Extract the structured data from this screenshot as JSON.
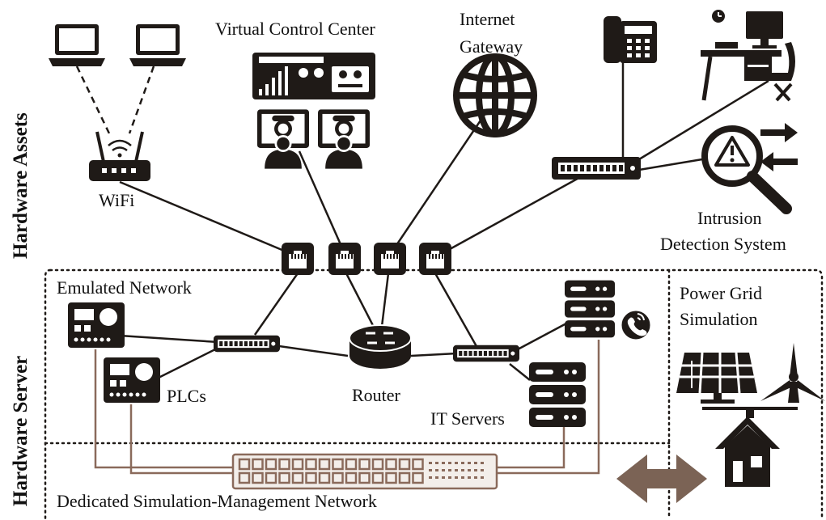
{
  "side_labels": {
    "hardware_assets": "Hardware Assets",
    "hardware_server": "Hardware Server"
  },
  "labels": {
    "virtual_control_center": "Virtual Control Center",
    "internet_gateway_line1": "Internet",
    "internet_gateway_line2": "Gateway",
    "wifi": "WiFi",
    "intrusion_line1": "Intrusion",
    "intrusion_line2": "Detection System",
    "emulated_network": "Emulated Network",
    "plcs": "PLCs",
    "router": "Router",
    "it_servers": "IT Servers",
    "power_grid_line1": "Power Grid",
    "power_grid_line2": "Simulation",
    "dedicated_network": "Dedicated Simulation-Management Network"
  },
  "colors": {
    "ink": "#1f1a17",
    "brown_link": "#8a6a5b",
    "arrow": "#7b6355"
  },
  "icons": [
    "laptop-icon",
    "wifi-router-icon",
    "control-panel-icon",
    "operator-workstation-icon",
    "globe-icon",
    "desk-phone-icon",
    "office-desk-icon",
    "network-switch-icon",
    "intrusion-detection-icon",
    "ethernet-port-icon",
    "plc-icon",
    "router-icon",
    "server-icon",
    "phone-call-icon",
    "solar-panel-icon",
    "wind-turbine-icon",
    "house-icon",
    "bidirectional-arrow-icon"
  ]
}
